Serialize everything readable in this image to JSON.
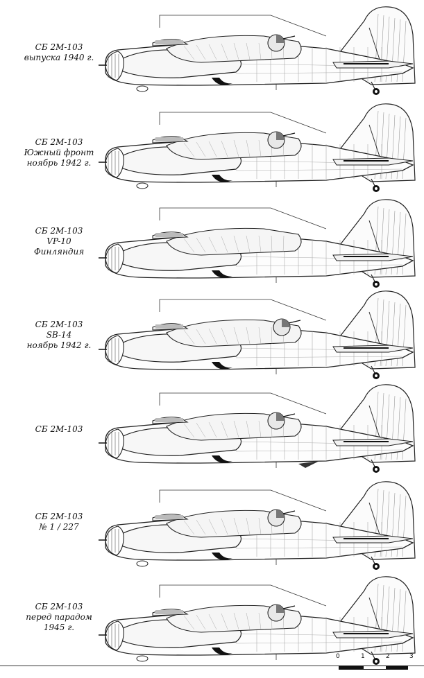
{
  "profiles": [
    {
      "lines": [
        "СБ 2М-103",
        "выпуска 1940 г."
      ],
      "turret": true,
      "variant": "a"
    },
    {
      "lines": [
        "СБ 2М-103",
        "Южный фронт",
        "ноябрь 1942 г."
      ],
      "turret": true,
      "variant": "a"
    },
    {
      "lines": [
        "СБ 2М-103",
        "VP-10",
        "Финляндия"
      ],
      "turret": false,
      "variant": "b"
    },
    {
      "lines": [
        "СБ 2М-103",
        "SB-14",
        "ноябрь 1942 г."
      ],
      "turret": true,
      "variant": "b"
    },
    {
      "lines": [
        "СБ 2М-103"
      ],
      "turret": true,
      "variant": "c"
    },
    {
      "lines": [
        "СБ 2М-103",
        "№ 1 / 227"
      ],
      "turret": true,
      "variant": "a"
    },
    {
      "lines": [
        "СБ 2М-103",
        "перед парадом",
        "1945 г."
      ],
      "turret": true,
      "variant": "a"
    }
  ],
  "scale": {
    "ticks": [
      "0",
      "1",
      "2",
      "3"
    ]
  }
}
